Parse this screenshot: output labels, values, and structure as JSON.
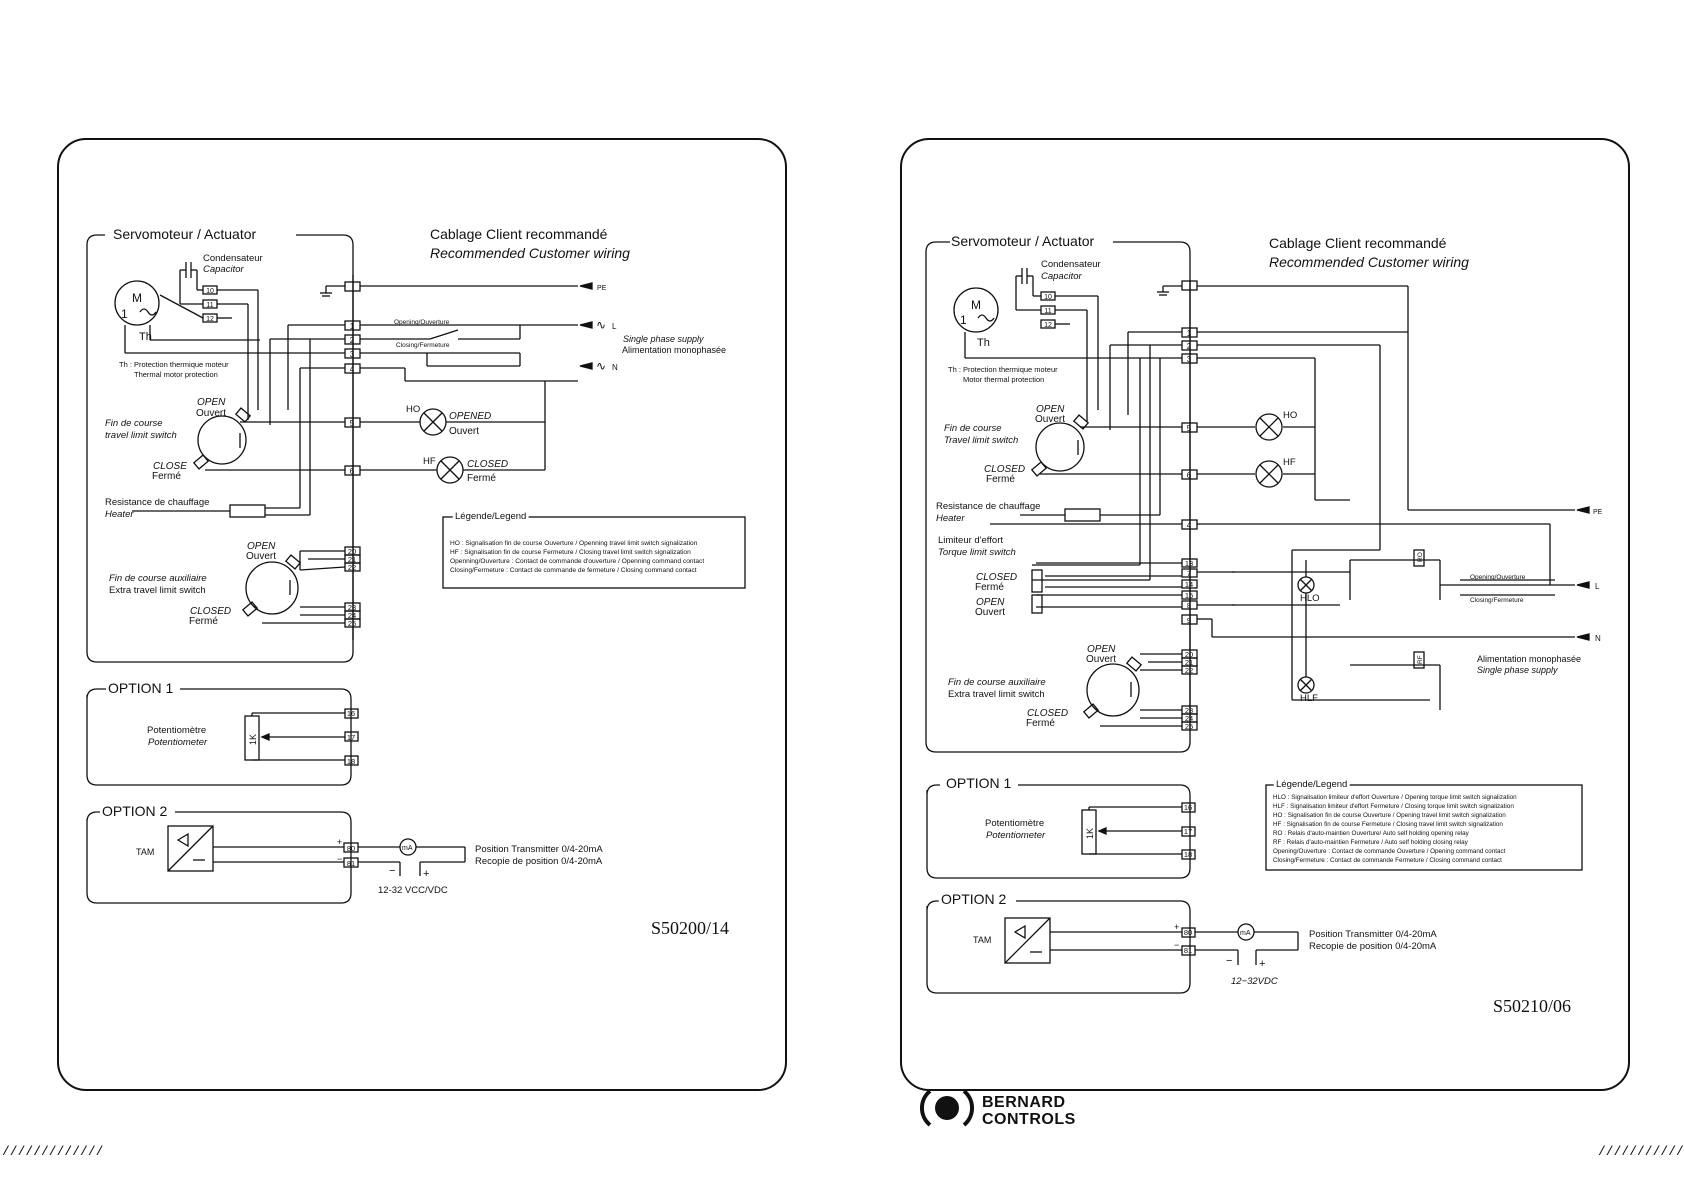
{
  "left_diagram": {
    "actuator_title": "Servomoteur / Actuator",
    "wiring_title": "Cablage Client recommandé",
    "wiring_subtitle": "Recommended Customer wiring",
    "capacitor_fr": "Condensateur",
    "capacitor_en": "Capacitor",
    "motor_label": "M",
    "motor_phase": "1",
    "th_label": "Th",
    "th_desc_fr": "Th : Protection thermique moteur",
    "th_desc_en": "Thermal motor protection",
    "limit_switch_fr": "Fin de course",
    "limit_switch_en": "travel limit switch",
    "open_en": "OPEN",
    "open_fr": "Ouvert",
    "close_en": "CLOSE",
    "close_fr": "Fermé",
    "heater_fr": "Resistance de chauffage",
    "heater_en": "Heater",
    "aux_fr": "Fin de course auxiliaire",
    "aux_en": "Extra travel limit switch",
    "aux_open_en": "OPEN",
    "aux_open_fr": "Ouvert",
    "aux_closed_en": "CLOSED",
    "aux_closed_fr": "Fermé",
    "pe": "PE",
    "l": "L",
    "n": "N",
    "opening_label": "Opening/Ouverture",
    "closing_label": "Closing/Fermeture",
    "supply_en": "Single  phase  supply",
    "supply_fr": "Alimentation  monophasée",
    "ho": "HO",
    "hf": "HF",
    "opened_en": "OPENED",
    "opened_fr": "Ouvert",
    "closed_en": "CLOSED",
    "closed_fr": "Fermé",
    "legend_title": "Légende/Legend",
    "legend_lines": [
      "HO : Signalisation fin de course Ouverture /  Openning travel limit switch signalization",
      "HF : Signalisation fin de course Fermeture /  Closing travel limit switch signalization",
      "Openning/Ouverture : Contact de commande d'ouverture /  Openning command contact",
      "Closing/Fermeture : Contact de commande de fermeture /  Closing command contact"
    ],
    "terminals_main": [
      "1",
      "2",
      "3",
      "4",
      "5",
      "6"
    ],
    "cap_terminals": [
      "10",
      "11",
      "12"
    ],
    "aux_terminals_top": [
      "20",
      "21",
      "22"
    ],
    "aux_terminals_bottom": [
      "23",
      "24",
      "25"
    ],
    "option1_title": "OPTION 1",
    "pot_fr": "Potentiomètre",
    "pot_en": "Potentiometer",
    "pot_value": "1K",
    "pot_terminals": [
      "16",
      "17",
      "18"
    ],
    "option2_title": "OPTION 2",
    "tam": "TAM",
    "tam_terminals": [
      "80",
      "81"
    ],
    "plus": "+",
    "minus": "−",
    "ma": "mA",
    "transmitter_en": "Position Transmitter 0/4-20mA",
    "transmitter_fr": "Recopie de position 0/4-20mA",
    "supply_vdc": "12-32 VCC/VDC",
    "drawing_number": "S50200/14"
  },
  "right_diagram": {
    "actuator_title": "Servomoteur / Actuator",
    "wiring_title": "Cablage Client recommandé",
    "wiring_subtitle": "Recommended Customer wiring",
    "capacitor_fr": "Condensateur",
    "capacitor_en": "Capacitor",
    "motor_label": "M",
    "motor_phase": "1",
    "th_label": "Th",
    "th_desc_fr": "Th : Protection thermique moteur",
    "th_desc_en": "Motor thermal protection",
    "limit_switch_fr": "Fin de course",
    "limit_switch_en": "Travel limit switch",
    "open_en": "OPEN",
    "open_fr": "Ouvert",
    "closed_en": "CLOSED",
    "closed_fr": "Fermé",
    "heater_fr": "Resistance de chauffage",
    "heater_en": "Heater",
    "torque_fr": "Limiteur d'effort",
    "torque_en": "Torque limit switch",
    "torque_closed_en": "CLOSED",
    "torque_closed_fr": "Fermé",
    "torque_open_en": "OPEN",
    "torque_open_fr": "Ouvert",
    "aux_fr": "Fin de course auxiliaire",
    "aux_en": "Extra travel limit switch",
    "aux_open_en": "OPEN",
    "aux_open_fr": "Ouvert",
    "aux_closed_en": "CLOSED",
    "aux_closed_fr": "Fermé",
    "ho": "HO",
    "hf": "HF",
    "hlo": "HLO",
    "hlf": "HLF",
    "ro": "RO",
    "rf": "RF",
    "pe": "PE",
    "l": "L",
    "n": "N",
    "opening_label": "Opening/Ouverture",
    "closing_label": "Closing/Fermeture",
    "supply_fr": "Alimentation monophasée",
    "supply_en": "Single phase supply",
    "legend_title": "Légende/Legend",
    "legend_lines": [
      "HLO : Signalisation limiteur d'effort Ouverture /  Opening torque limit switch signalization",
      "HLF : Signalisation limiteur d'effort Fermeture /  Closing torque limit switch signalization",
      "HO : Signalisation fin de course Ouverture /  Opening travel limit switch signalization",
      "HF : Signalisation fin de course Fermeture /  Closing travel limit switch signalization",
      "RO : Relais d'auto-maintien Ouverture/  Auto self holding opening relay",
      "RF : Relais d'auto-maintien Fermeture /  Auto self holding closing relay",
      "Opening/Ouverture : Contact de commande Ouverture /  Opening command contact",
      "Closing/Fermeture : Contact de commande Fermeture /  Closing command contact"
    ],
    "terminals_main": [
      "1",
      "2",
      "3",
      "5",
      "6",
      "4"
    ],
    "torque_terminals": [
      "13",
      "7",
      "14",
      "15",
      "8",
      "9"
    ],
    "cap_terminals": [
      "10",
      "11",
      "12"
    ],
    "aux_terminals_top": [
      "20",
      "21",
      "22"
    ],
    "aux_terminals_bottom": [
      "23",
      "24",
      "25"
    ],
    "option1_title": "OPTION 1",
    "pot_fr": "Potentiomètre",
    "pot_en": "Potentiometer",
    "pot_value": "1K",
    "pot_terminals": [
      "16",
      "17",
      "18"
    ],
    "option2_title": "OPTION 2",
    "tam": "TAM",
    "tam_terminals": [
      "80",
      "81"
    ],
    "plus": "+",
    "minus": "−",
    "ma": "mA",
    "transmitter_en": "Position Transmitter 0/4-20mA",
    "transmitter_fr": "Recopie de position 0/4-20mA",
    "supply_vdc": "12−32VDC",
    "drawing_number": "S50210/06"
  },
  "footer": {
    "brand_line1": "BERNARD",
    "brand_line2": "CONTROLS",
    "hatch_left": "/////////////",
    "hatch_right": "/////////////"
  }
}
